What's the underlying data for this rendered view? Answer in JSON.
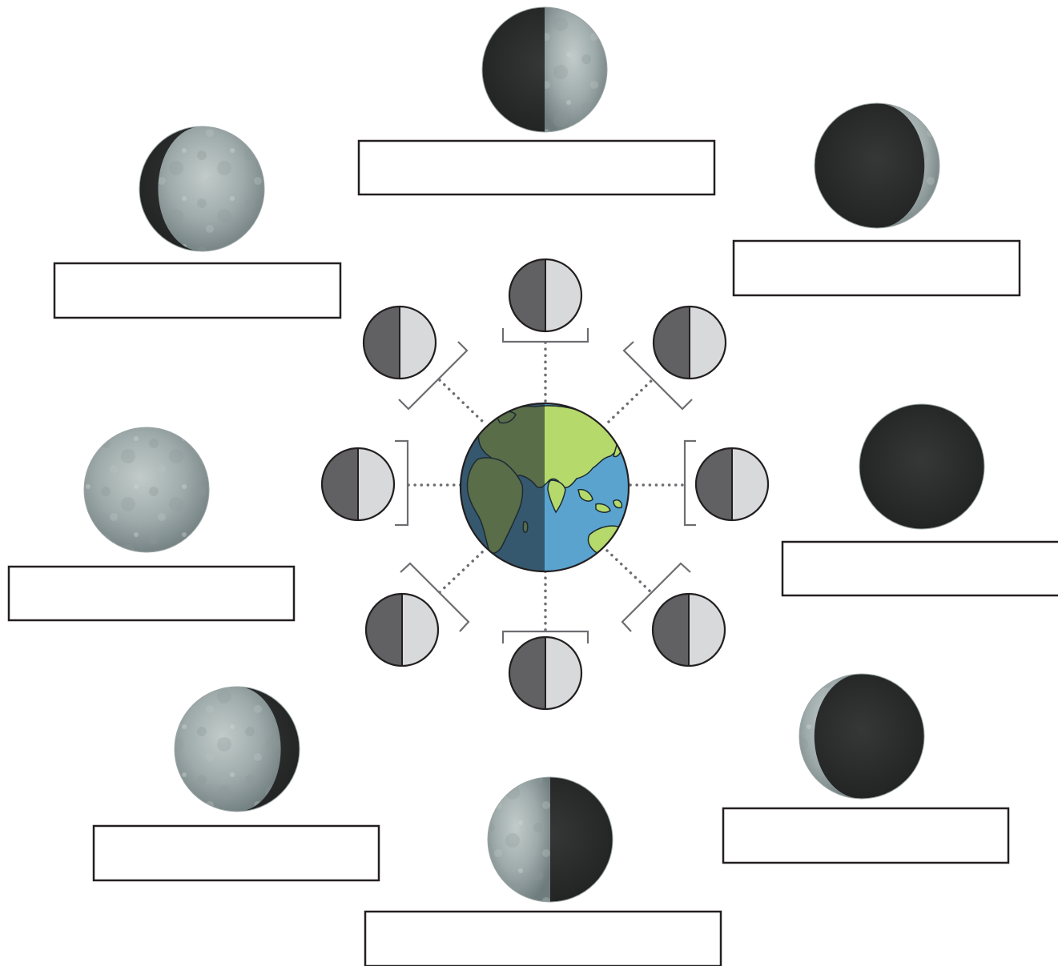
{
  "diagram": {
    "colors": {
      "moon_dark_side": "#2b2c2c",
      "moon_lit_side": "#a8b3b3",
      "mini_moon_dark": "#616062",
      "mini_moon_lit": "#d8d9db",
      "earth_ocean": "#5aa3cf",
      "earth_land": "#b5d96a",
      "earth_night_shade": "#1e2a33",
      "guide_lines": "#6d6e71"
    },
    "earth": {
      "name": "earth-globe"
    },
    "orbit_moons": [
      {
        "id": "orbit-moon-top",
        "dark_side": "left"
      },
      {
        "id": "orbit-moon-top-right",
        "dark_side": "left"
      },
      {
        "id": "orbit-moon-right",
        "dark_side": "left"
      },
      {
        "id": "orbit-moon-bottom-right",
        "dark_side": "left"
      },
      {
        "id": "orbit-moon-bottom",
        "dark_side": "left"
      },
      {
        "id": "orbit-moon-bottom-left",
        "dark_side": "left"
      },
      {
        "id": "orbit-moon-left",
        "dark_side": "left"
      },
      {
        "id": "orbit-moon-top-left",
        "dark_side": "left"
      }
    ],
    "phase_views": [
      {
        "id": "phase-top",
        "lit_fraction": 0.5,
        "lit_side": "right"
      },
      {
        "id": "phase-top-right",
        "lit_fraction": 0.12,
        "lit_side": "right"
      },
      {
        "id": "phase-right",
        "lit_fraction": 0.0,
        "lit_side": "none"
      },
      {
        "id": "phase-bottom-right",
        "lit_fraction": 0.12,
        "lit_side": "left"
      },
      {
        "id": "phase-bottom",
        "lit_fraction": 0.5,
        "lit_side": "left"
      },
      {
        "id": "phase-bottom-left",
        "lit_fraction": 0.85,
        "lit_side": "left"
      },
      {
        "id": "phase-left",
        "lit_fraction": 1.0,
        "lit_side": "full"
      },
      {
        "id": "phase-top-left",
        "lit_fraction": 0.85,
        "lit_side": "right"
      }
    ],
    "label_boxes": [
      {
        "id": "label-top",
        "value": ""
      },
      {
        "id": "label-top-right",
        "value": ""
      },
      {
        "id": "label-right",
        "value": ""
      },
      {
        "id": "label-bottom-right",
        "value": ""
      },
      {
        "id": "label-bottom",
        "value": ""
      },
      {
        "id": "label-bottom-left",
        "value": ""
      },
      {
        "id": "label-left",
        "value": ""
      },
      {
        "id": "label-top-left",
        "value": ""
      }
    ]
  }
}
